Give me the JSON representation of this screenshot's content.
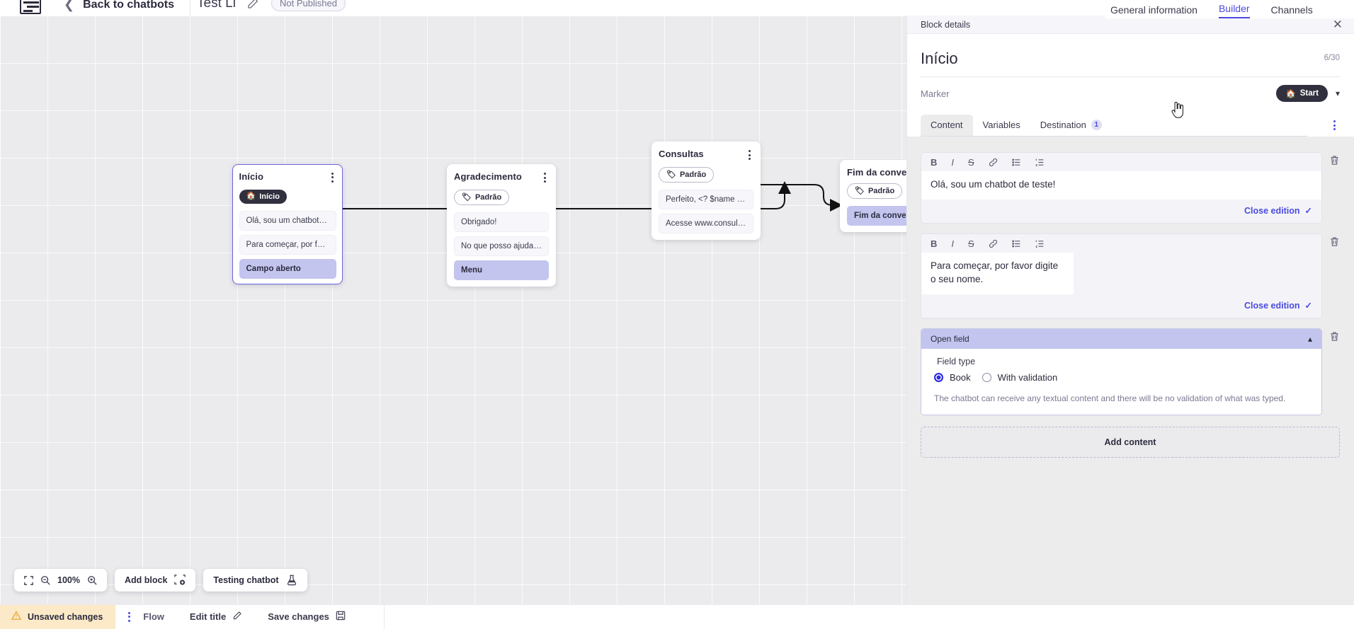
{
  "topbar": {
    "logo_name": "app-logo",
    "back_label": "Back to chatbots",
    "doc_title": "Test Li",
    "publish_badge": "Not Published"
  },
  "app_tabs": [
    {
      "label": "General information",
      "active": false
    },
    {
      "label": "Builder",
      "active": true
    },
    {
      "label": "Channels",
      "active": false
    }
  ],
  "canvas": {
    "zoom_level": "100%",
    "add_block_label": "Add block",
    "testing_label": "Testing chatbot",
    "nodes": [
      {
        "title": "Início",
        "chip": "Início",
        "chip_style": "dark",
        "chip_icon": "home-icon",
        "selected": true,
        "rows": [
          {
            "text": "Olá, sou um chatbot de teste!",
            "style": "plain"
          },
          {
            "text": "Para começar, por favor digite o ...",
            "style": "plain"
          },
          {
            "text": "Campo aberto",
            "style": "highlight"
          }
        ]
      },
      {
        "title": "Agradecimento",
        "chip": "Padrão",
        "chip_style": "outline",
        "chip_icon": "tag-icon",
        "selected": false,
        "rows": [
          {
            "text": "Obrigado!",
            "style": "plain"
          },
          {
            "text": "No que posso ajudar, <? $name ...",
            "style": "plain"
          },
          {
            "text": "Menu",
            "style": "highlight"
          }
        ]
      },
      {
        "title": "Consultas",
        "chip": "Padrão",
        "chip_style": "outline",
        "chip_icon": "tag-icon",
        "selected": false,
        "rows": [
          {
            "text": "Perfeito, <? $name ?>!",
            "style": "plain"
          },
          {
            "text": "Acesse www.consultas.com par...",
            "style": "plain"
          }
        ]
      },
      {
        "title": "Fim da conversa",
        "chip": "Padrão",
        "chip_style": "outline",
        "chip_icon": "tag-icon",
        "selected": false,
        "rows": [
          {
            "text": "Fim da conversa",
            "style": "highlight"
          }
        ]
      }
    ]
  },
  "panel": {
    "header_label": "Block details",
    "title": "Início",
    "char_count": "6/30",
    "marker_label": "Marker",
    "marker_value": "Start",
    "tabs": [
      {
        "label": "Content",
        "active": true,
        "badge": ""
      },
      {
        "label": "Variables",
        "active": false,
        "badge": ""
      },
      {
        "label": "Destination",
        "active": false,
        "badge": "1"
      }
    ],
    "editors": [
      {
        "text": "Olá, sou um chatbot de teste!",
        "close_label": "Close edition"
      },
      {
        "text": "Para começar, por favor digite o seu nome.",
        "close_label": "Close edition"
      }
    ],
    "editor_tools": [
      "B",
      "I",
      "S",
      "link-icon",
      "bullet-list-icon",
      "numbered-list-icon"
    ],
    "open_field": {
      "title": "Open field",
      "field_type_label": "Field type",
      "options": [
        {
          "label": "Book",
          "selected": true
        },
        {
          "label": "With validation",
          "selected": false
        }
      ],
      "description": "The chatbot can receive any textual content and there will be no validation of what was typed."
    },
    "add_content_label": "Add content"
  },
  "statusbar": {
    "unsaved_label": "Unsaved changes",
    "flow_label": "Flow",
    "edit_title_label": "Edit title",
    "save_label": "Save changes"
  },
  "colors": {
    "accent": "#4a4ae0",
    "highlight": "#c3c5ef",
    "warning_bg": "#fbe9c8",
    "canvas_bg": "#ebebed"
  }
}
